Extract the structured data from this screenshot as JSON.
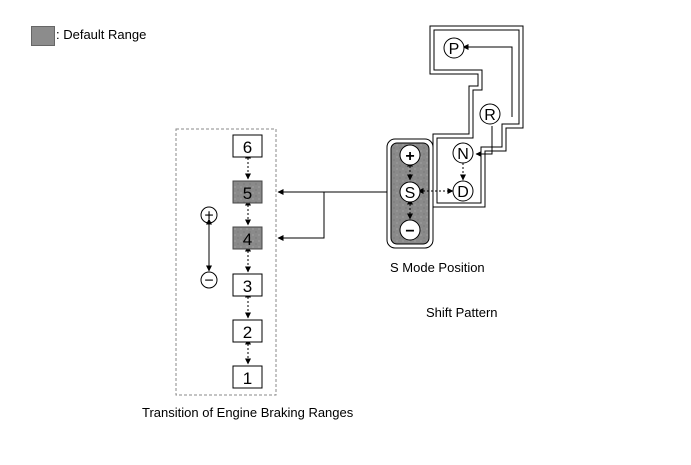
{
  "legend": {
    "label": ": Default Range",
    "swatch_color": "#8c8c8c"
  },
  "engine_braking": {
    "caption": "Transition of Engine Braking Ranges",
    "ranges": [
      "6",
      "5",
      "4",
      "3",
      "2",
      "1"
    ],
    "default_ranges": [
      "5",
      "4"
    ],
    "plus_symbol": "+",
    "minus_symbol": "−"
  },
  "shifter": {
    "s_mode_caption": "S Mode Position",
    "pattern_caption": "Shift Pattern",
    "positions": [
      "P",
      "R",
      "N",
      "D",
      "S"
    ],
    "plus_symbol": "+",
    "minus_symbol": "−"
  }
}
